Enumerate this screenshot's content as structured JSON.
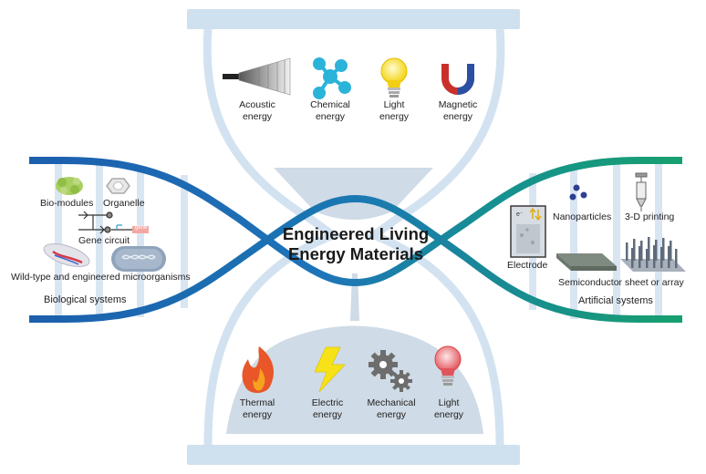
{
  "title": {
    "line1": "Engineered Living",
    "line2": "Energy  Materials"
  },
  "inputs": [
    {
      "icon": "acoustic-horn-icon",
      "line1": "Acoustic",
      "line2": "energy"
    },
    {
      "icon": "molecule-icon",
      "line1": "Chemical",
      "line2": "energy"
    },
    {
      "icon": "lightbulb-yellow-icon",
      "line1": "Light",
      "line2": "energy"
    },
    {
      "icon": "horseshoe-magnet-icon",
      "line1": "Magnetic",
      "line2": "energy"
    }
  ],
  "outputs": [
    {
      "icon": "flame-icon",
      "line1": "Thermal",
      "line2": "energy"
    },
    {
      "icon": "lightning-bolt-icon",
      "line1": "Electric",
      "line2": "energy"
    },
    {
      "icon": "gears-icon",
      "line1": "Mechanical",
      "line2": "energy"
    },
    {
      "icon": "lightbulb-red-icon",
      "line1": "Light",
      "line2": "energy"
    }
  ],
  "biological": {
    "section_label": "Biological systems",
    "bio_modules": "Bio-modules",
    "organelle": "Organelle",
    "gene_circuit": "Gene circuit",
    "gene_tag": "gene",
    "microorganisms": "Wild-type and engineered microorganisms"
  },
  "artificial": {
    "section_label": "Artificial systems",
    "nanoparticles": "Nanoparticles",
    "printing": "3-D printing",
    "electrode": "Electrode",
    "semiconductor": "Semiconductor sheet or array"
  },
  "colors": {
    "hourglass": "#cfe0ef",
    "sand": "#cfdbe6",
    "blue_strand": "#1e6fb0",
    "green_strand": "#1a9a7a",
    "rung": "#d6e4f1"
  }
}
